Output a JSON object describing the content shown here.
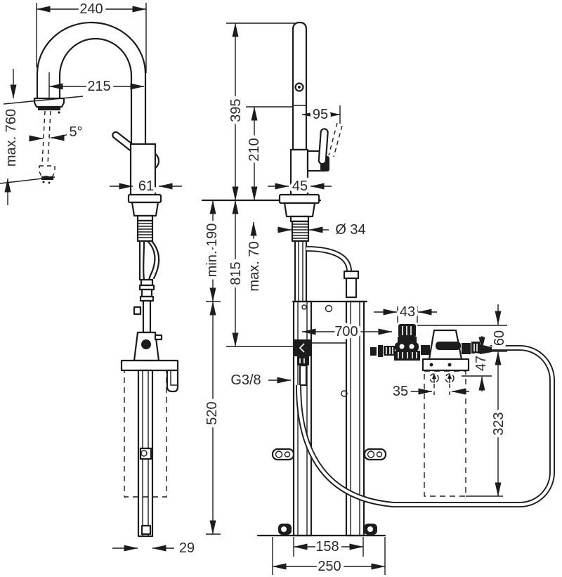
{
  "colors": {
    "line": "#1c1c1c",
    "text": "#2a2a2a",
    "background": "#ffffff"
  },
  "front_view": {
    "dims": {
      "spout_reach": "240",
      "inner_reach": "215",
      "max_pullout": "max. 760",
      "spray_angle": "5°",
      "body_diameter": "61",
      "rod_width": "29"
    }
  },
  "side_view": {
    "dims": {
      "total_height": "395",
      "outlet_height": "210",
      "handle_projection": "95",
      "body_depth": "45",
      "min_clearance": "min. 190",
      "max_counter_thickness": "max. 70",
      "hose_length_below": "815",
      "tap_hole_diameter": "Ø 34",
      "frame_height": "520",
      "valve_width": "43",
      "hose_run": "700",
      "valve_height_offset": "60",
      "screw_offset": "47",
      "screw_spacing": "35",
      "filter_length": "323",
      "connection_thread": "G3/8",
      "frame_inner_width": "158",
      "frame_outer_width": "250"
    }
  }
}
